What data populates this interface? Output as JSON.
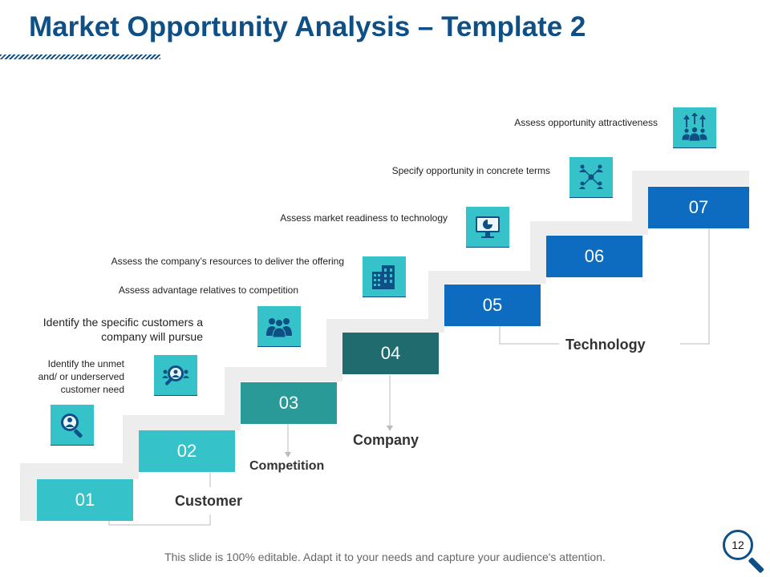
{
  "header": {
    "title": "Market Opportunity Analysis – Template 2"
  },
  "colors": {
    "step_light": "#35c3c9",
    "step_teal": "#2a9a98",
    "step_dark_teal": "#1f6b6e",
    "step_blue": "#0d6cbf",
    "stair_bg": "#ededed",
    "accent_blue": "#0e4f86"
  },
  "steps": [
    {
      "number": "01",
      "color": "#35c3c9"
    },
    {
      "number": "02",
      "color": "#35c3c9"
    },
    {
      "number": "03",
      "color": "#2a9a98"
    },
    {
      "number": "04",
      "color": "#1f6b6e"
    },
    {
      "number": "05",
      "color": "#0d6cbf"
    },
    {
      "number": "06",
      "color": "#0d6cbf"
    },
    {
      "number": "07",
      "color": "#0d6cbf"
    }
  ],
  "items": [
    {
      "text_lines": [
        "Identify the unmet",
        "and/ or underserved",
        "customer need"
      ],
      "icon": "magnifier-person-icon"
    },
    {
      "text_lines": [
        "Identify the specific customers a",
        "company will pursue"
      ],
      "icon": "magnifier-group-icon"
    },
    {
      "text_lines": [
        "Assess advantage  relatives  to competition"
      ],
      "icon": "team-icon"
    },
    {
      "text_lines": [
        "Assess the company’s resources to deliver  the offering"
      ],
      "icon": "buildings-icon"
    },
    {
      "text_lines": [
        "Assess market readiness to technology"
      ],
      "icon": "monitor-chart-icon"
    },
    {
      "text_lines": [
        "Specify opportunity in concrete terms"
      ],
      "icon": "network-people-icon"
    },
    {
      "text_lines": [
        "Assess opportunity  attractiveness"
      ],
      "icon": "growth-people-icon"
    }
  ],
  "groups": {
    "customer": "Customer",
    "competition": "Competition",
    "company": "Company",
    "technology": "Technology"
  },
  "footer": {
    "text": "This slide is 100% editable. Adapt it to your needs and capture your audience's attention."
  },
  "page_number": "12"
}
